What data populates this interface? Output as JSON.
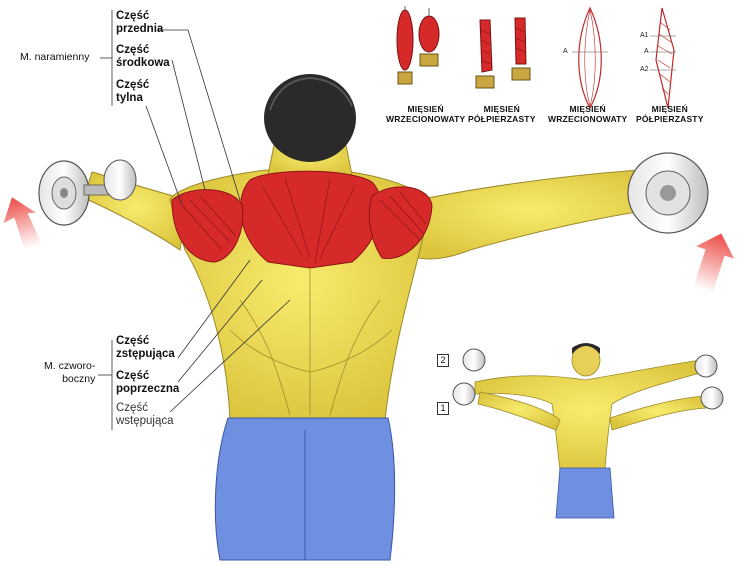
{
  "deltoid": {
    "name": "M. naramienny",
    "parts": [
      "Część\nprzednia",
      "Część\nśrodkowa",
      "Część\ntylna"
    ]
  },
  "trapezius": {
    "name": "M. czworo-\nboczny",
    "parts": [
      "Część\nzstępująca",
      "Część\npoprzeczna",
      "Część\nwstępująca"
    ]
  },
  "fiber_types": [
    {
      "caption": "MIĘSIEŃ\nWRZECIONOWATY"
    },
    {
      "caption": "MIĘSIEŃ\nPÓŁPIERZASTY"
    },
    {
      "caption": "MIĘSIEŃ\nWRZECIONOWATY",
      "marks": [
        "A"
      ]
    },
    {
      "caption": "MIĘSIEŃ\nPÓŁPIERZASTY",
      "marks": [
        "A1",
        "A",
        "A2"
      ]
    }
  ],
  "phases": [
    "2",
    "1"
  ],
  "colors": {
    "muscle": "#d62a2a",
    "skin": "#f1e05a",
    "shorts": "#6f8fe0",
    "arrow": "#ec4a45"
  }
}
